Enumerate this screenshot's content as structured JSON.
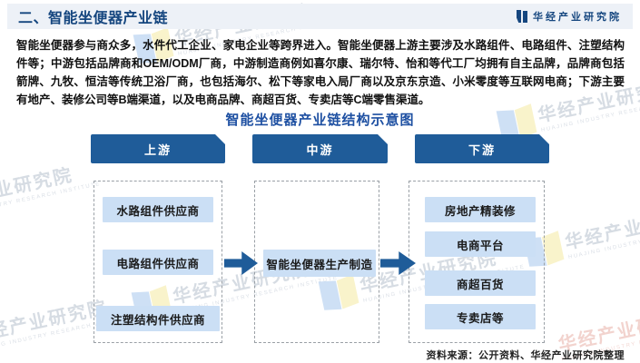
{
  "header": {
    "title": "二、智能坐便器产业链",
    "brand": "华经产业研究院",
    "brand_icon": "book-bars-icon"
  },
  "intro": "智能坐便器参与商众多，水件代工企业、家电企业等跨界进入。智能坐便器上游主要涉及水路组件、电路组件、注塑结构件等；中游包括品牌商和OEM/ODM厂商，中游制造商例如喜尔康、瑞尔特、怡和等代工厂均拥有自主品牌，品牌商包括箭牌、九牧、恒洁等传统卫浴厂商，也包括海尔、松下等家电入局厂商以及京东京造、小米零度等互联网电商；下游主要有地产、装修公司等B端渠道，以及电商品牌、商超百货、专卖店等C端零售渠道。",
  "diagram": {
    "title": "智能坐便器产业链结构示意图",
    "columns": [
      {
        "header": "上游",
        "items": [
          "水路组件供应商",
          "电路组件供应商",
          "注塑结构件供应商"
        ]
      },
      {
        "header": "中游",
        "items": [
          "智能坐便器生产制造"
        ]
      },
      {
        "header": "下游",
        "items": [
          "房地产精装修",
          "电商平台",
          "商超百货",
          "专卖店等"
        ]
      }
    ],
    "arrows": [
      "upstream-to-midstream",
      "midstream-to-downstream"
    ]
  },
  "footer": {
    "source": "资料来源：公开资料、华经产业研究院整理"
  },
  "watermark": {
    "text": "华经产业研究院",
    "subtext": "HUAJING INDUSTRY RESEARCH INSTITUTE"
  },
  "colors": {
    "accent": "#1f5c99",
    "node_fill": "#cbdff5",
    "title_blue": "#1e50a2",
    "header_bg": "#edf1f7",
    "dashed_border": "#9aa0a6"
  }
}
